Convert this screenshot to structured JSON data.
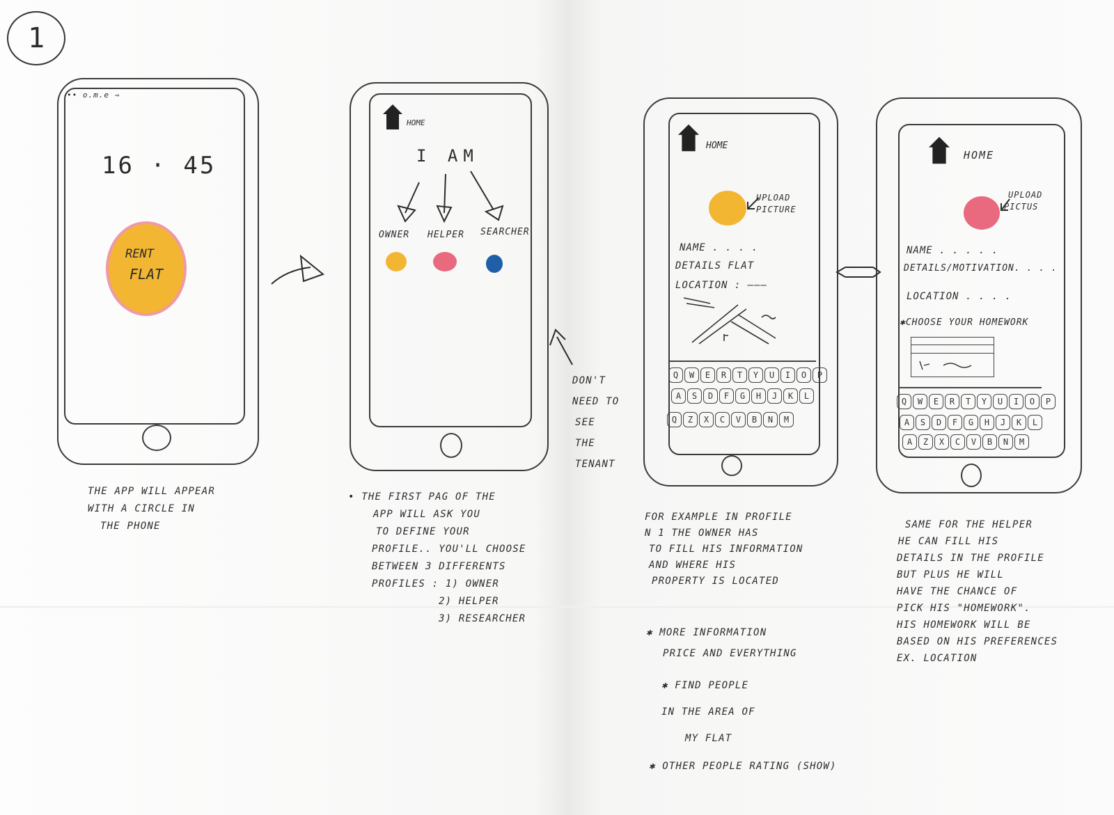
{
  "page_number": "1",
  "phone1": {
    "status": "•• o.m.e ⇒",
    "time": "16 · 45",
    "app_label_line1": "RENT",
    "app_label_line2": "FLAT",
    "note": [
      "THE APP WILL APPEAR",
      "WITH A CIRCLE IN",
      "THE PHONE"
    ]
  },
  "phone2": {
    "home": "HOME",
    "title": "I AM",
    "options": [
      "OWNER",
      "HELPER",
      "SEARCHER"
    ],
    "option_colors": [
      "#f2b632",
      "#e9697f",
      "#1f5fa8"
    ],
    "note": [
      "• THE FIRST PAG OF THE",
      "APP WILL ASK YOU",
      "TO DEFINE YOUR",
      "PROFILE.. YOU'LL CHOOSE",
      "BETWEEN 3 DIFFERENTS",
      "PROFILES : 1) OWNER",
      "2) HELPER",
      "3) RESEARCHER"
    ]
  },
  "side_note": [
    "DON'T",
    "NEED TO",
    "SEE",
    "THE",
    "TENANT"
  ],
  "phone3": {
    "home": "HOME",
    "upload": [
      "UPLOAD",
      "PICTURE"
    ],
    "circle_color": "#f2b632",
    "fields": [
      "NAME . . . .",
      "DETAILS FLAT",
      "LOCATION : ———"
    ],
    "keyboard": [
      [
        "Q",
        "W",
        "E",
        "R",
        "T",
        "Y",
        "U",
        "I",
        "O",
        "P"
      ],
      [
        "A",
        "S",
        "D",
        "F",
        "G",
        "H",
        "J",
        "K",
        "L"
      ],
      [
        "Q",
        "Z",
        "X",
        "C",
        "V",
        "B",
        "N",
        "M"
      ]
    ],
    "note": [
      "FOR EXAMPLE IN PROFILE",
      "N 1 THE OWNER HAS",
      "TO FILL HIS INFORMATION",
      "AND WHERE HIS",
      "PROPERTY IS LOCATED"
    ],
    "bullets": [
      "✱ MORE INFORMATION",
      "PRICE AND EVERYTHING",
      "✱ FIND PEOPLE",
      "IN THE AREA OF",
      "MY FLAT",
      "✱ OTHER PEOPLE RATING (SHOW)"
    ]
  },
  "phone4": {
    "home": "HOME",
    "upload": [
      "UPLOAD",
      "PICTUS"
    ],
    "circle_color": "#e9697f",
    "fields": [
      "NAME . . . . .",
      "DETAILS/MOTIVATION. . . .",
      "LOCATION . . . .",
      "✱CHOOSE YOUR HOMEWORK"
    ],
    "keyboard": [
      [
        "Q",
        "W",
        "E",
        "R",
        "T",
        "Y",
        "U",
        "I",
        "O",
        "P"
      ],
      [
        "A",
        "S",
        "D",
        "F",
        "G",
        "H",
        "J",
        "K",
        "L"
      ],
      [
        "A",
        "Z",
        "X",
        "C",
        "V",
        "B",
        "N",
        "M"
      ]
    ],
    "note": [
      "SAME FOR THE HELPER",
      "HE CAN FILL HIS",
      "DETAILS IN THE PROFILE",
      "BUT PLUS HE WILL",
      "HAVE THE CHANCE OF",
      "PICK HIS \"HOMEWORK\".",
      "HIS HOMEWORK WILL BE",
      "BASED ON HIS PREFERENCES",
      "EX. LOCATION"
    ]
  }
}
